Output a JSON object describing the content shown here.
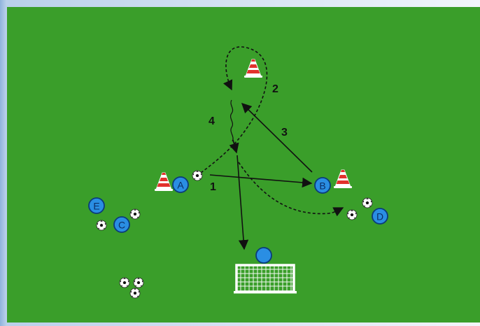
{
  "diagram": {
    "colors": {
      "field": "#3a9e2a",
      "player": "#2a8ee3",
      "player_outline": "#0b3b7a",
      "cone_stripe": "#e2322d",
      "line": "#111111"
    },
    "players": [
      {
        "id": "player-a",
        "label": "A"
      },
      {
        "id": "player-b",
        "label": "B"
      },
      {
        "id": "player-c",
        "label": "C"
      },
      {
        "id": "player-d",
        "label": "D"
      },
      {
        "id": "player-e",
        "label": "E"
      },
      {
        "id": "goalkeeper",
        "label": ""
      }
    ],
    "step_labels": [
      {
        "id": "step-1",
        "text": "1"
      },
      {
        "id": "step-2",
        "text": "2"
      },
      {
        "id": "step-3",
        "text": "3"
      },
      {
        "id": "step-4",
        "text": "4"
      }
    ],
    "icons": [
      "cone-icon",
      "soccer-ball-icon",
      "goal-icon"
    ]
  }
}
